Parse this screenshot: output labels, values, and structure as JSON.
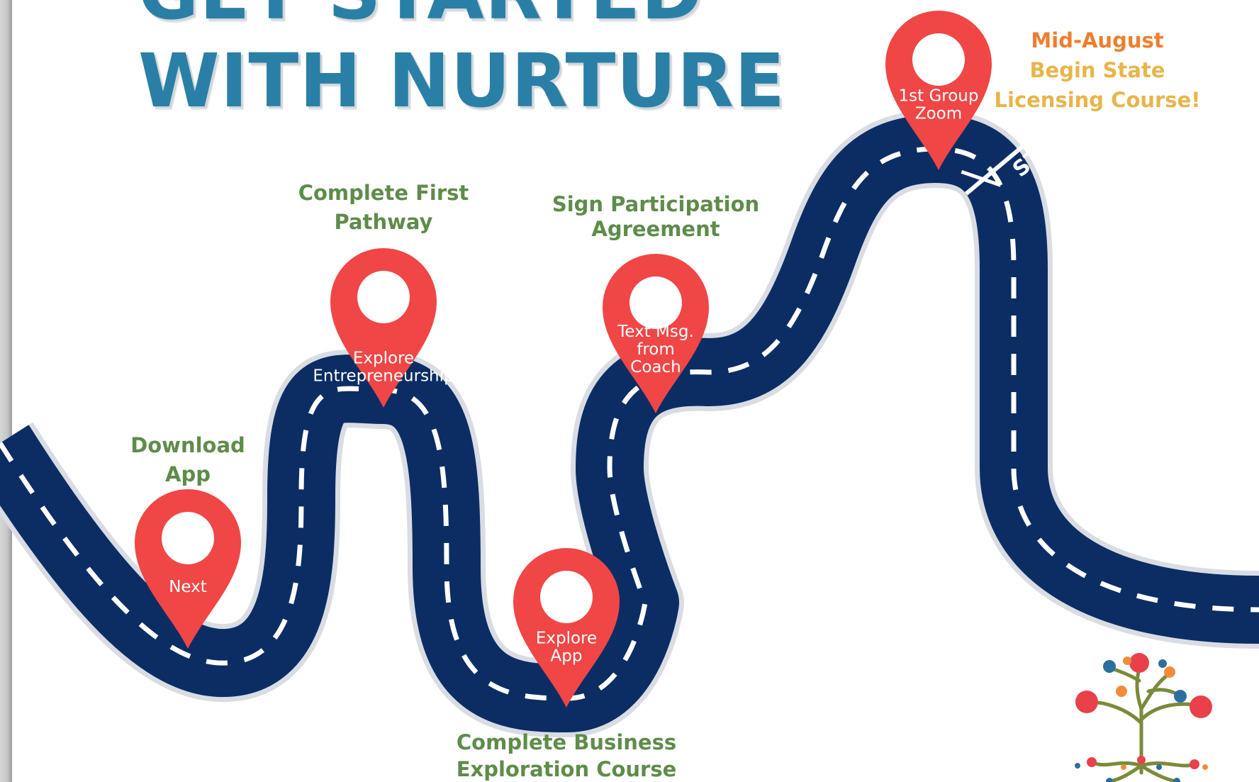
{
  "title": {
    "line1": "GET STARTED",
    "line2": "WITH NURTURE"
  },
  "milestones": {
    "download": {
      "label_line1": "Download",
      "label_line2": "App",
      "pin_text": [
        "Next"
      ]
    },
    "first_pathway": {
      "label_line1": "Complete First",
      "label_line2": "Pathway",
      "pin_text": [
        "Explore",
        "Entrepreneurship"
      ]
    },
    "explore_app": {
      "label_line1": "Complete Business",
      "label_line2": "Exploration Course",
      "pin_text": [
        "Explore",
        "App"
      ]
    },
    "participation": {
      "label_line1": "Sign Participation",
      "label_line2": "Agreement",
      "pin_text": [
        "Text Msg.",
        "from",
        "Coach"
      ]
    },
    "group_zoom": {
      "pin_text": [
        "1st Group",
        "Zoom"
      ]
    }
  },
  "start_marker": "START",
  "mid_august": {
    "line1": "Mid-August",
    "line2": "Begin State",
    "line3": "Licensing Course!"
  },
  "colors": {
    "title": "#2a7fa6",
    "road": "#0b2d63",
    "pin": "#f04646",
    "caption_green": "#5e8c4a",
    "orange": "#ee7e2e",
    "gold": "#e8b54a"
  },
  "icons": {
    "logo": "tree-logo-icon",
    "pin": "map-pin-icon"
  }
}
